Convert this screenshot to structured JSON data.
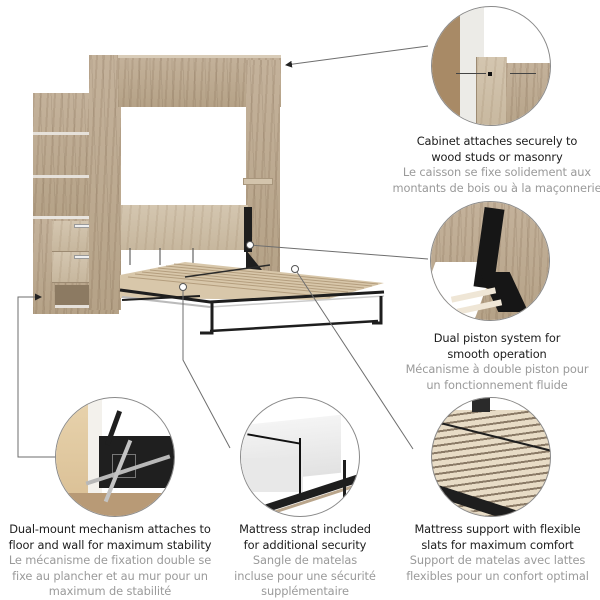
{
  "product": {
    "name": "Murphy wall bed with storage cabinet",
    "finish_color": "#c0ad93",
    "metal_color": "#1e1e1e"
  },
  "callouts": [
    {
      "id": "cabinet-attach",
      "title_line1": "Cabinet attaches securely to",
      "title_line2": "wood studs or masonry",
      "french_line1": "Le caisson se fixe solidement aux",
      "french_line2": "montants de bois ou à la maçonnerie",
      "french_line3": ""
    },
    {
      "id": "dual-piston",
      "title_line1": "Dual piston system for",
      "title_line2": "smooth operation",
      "french_line1": "Mécanisme à double piston pour",
      "french_line2": "un fonctionnement fluide",
      "french_line3": ""
    },
    {
      "id": "dual-mount",
      "title_line1": "Dual-mount mechanism attaches to",
      "title_line2": "floor and wall for maximum stability",
      "french_line1": "Le mécanisme de fixation double se",
      "french_line2": "fixe au plancher et au mur pour un",
      "french_line3": "maximum de stabilité"
    },
    {
      "id": "mattress-strap",
      "title_line1": "Mattress strap included",
      "title_line2": "for additional security",
      "french_line1": "Sangle de matelas",
      "french_line2": "incluse pour une sécurité",
      "french_line3": "supplémentaire"
    },
    {
      "id": "flexible-slats",
      "title_line1": "Mattress support with flexible",
      "title_line2": "slats for maximum comfort",
      "french_line1": "Support de matelas avec lattes",
      "french_line2": "flexibles pour un confort optimal",
      "french_line3": ""
    }
  ],
  "colors": {
    "title_text": "#1c1c1c",
    "french_text": "#9a9a9a",
    "leader_line": "#6e6e6e",
    "circle_border": "#8a8a8a"
  }
}
